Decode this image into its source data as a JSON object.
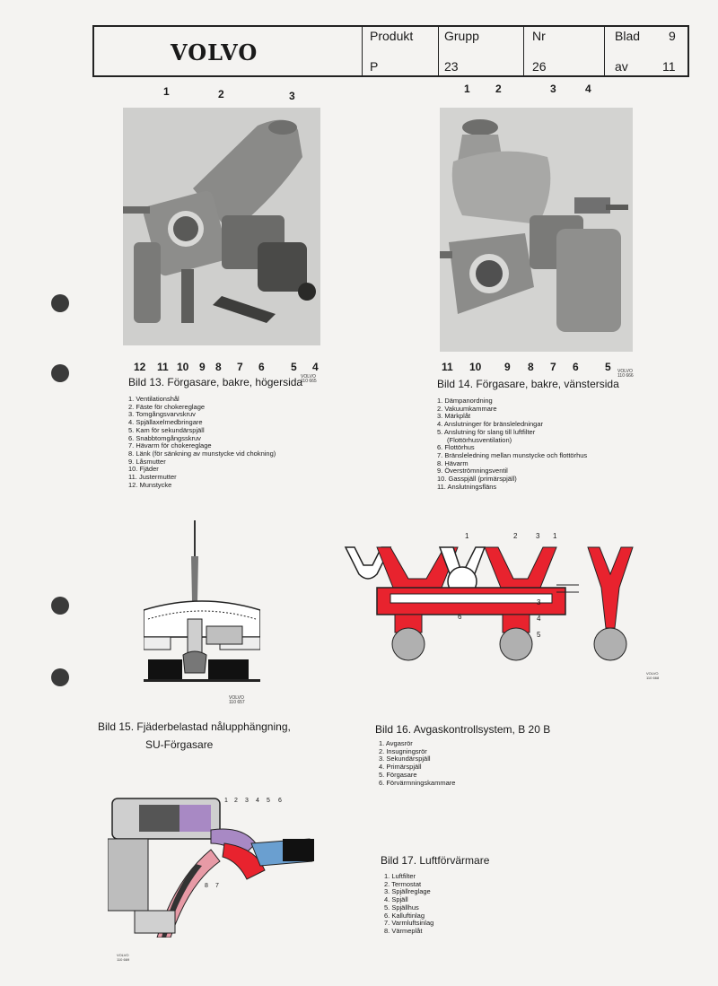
{
  "header": {
    "logo": "VOLVO",
    "produkt_label": "Produkt",
    "produkt_value": "P",
    "grupp_label": "Grupp",
    "grupp_value": "23",
    "nr_label": "Nr",
    "nr_value": "26",
    "blad_label": "Blad",
    "blad_value": "9",
    "av_label": "av",
    "av_value": "11"
  },
  "fig13": {
    "caption": "Bild 13. Förgasare, bakre, högersida",
    "stamp": [
      "VOLVO",
      "110 665"
    ],
    "top_callouts": [
      "1",
      "2",
      "3"
    ],
    "bottom_callouts": [
      "12",
      "11",
      "10",
      "9",
      "8",
      "7",
      "6",
      "5",
      "4"
    ],
    "legend": [
      "1. Ventilationshål",
      "2. Fäste för chokereglage",
      "3. Tomgångsvarvskruv",
      "4. Spjällaxelmedbringare",
      "5. Kam för sekundärspjäll",
      "6. Snabbtomgångsskruv",
      "7. Hävarm för chokereglage",
      "8. Länk (för sänkning av munstycke vid chokning)",
      "9. Låsmutter",
      "10. Fjäder",
      "11. Justermutter",
      "12. Munstycke"
    ]
  },
  "fig14": {
    "caption": "Bild 14. Förgasare, bakre, vänstersida",
    "stamp": [
      "VOLVO",
      "110 666"
    ],
    "top_callouts": [
      "1",
      "2",
      "3",
      "4"
    ],
    "bottom_callouts": [
      "11",
      "10",
      "9",
      "8",
      "7",
      "6",
      "5"
    ],
    "legend": [
      "1. Dämpanordning",
      "2. Vakuumkammare",
      "3. Märkplåt",
      "4. Anslutninger för bränsleledningar",
      "5. Anslutning för slang till luftfilter",
      "(Flottörhusventilation)",
      "6. Flottörhus",
      "7. Bränsleledning mellan munstycke och flottörhus",
      "8. Hävarm",
      "9. Överströmningsventil",
      "10. Gasspjäll (primärspjäll)",
      "11. Anslutningsfläns"
    ]
  },
  "fig15": {
    "stamp": [
      "VOLVO",
      "110 657"
    ],
    "caption_line1": "Bild 15. Fjäderbelastad nålupphängning,",
    "caption_line2": "SU-Förgasare"
  },
  "fig16": {
    "caption": "Bild 16. Avgaskontrollsystem, B 20 B",
    "callouts": [
      "1",
      "2",
      "3",
      "1",
      "3",
      "4",
      "5",
      "6"
    ],
    "stamp": [
      "VOLVO",
      "110 668"
    ],
    "legend": [
      "1. Avgasrör",
      "2. Insugningsrör",
      "3. Sekundärspjäll",
      "4. Primärspjäll",
      "5. Förgasare",
      "6. Förvärmningskammare"
    ]
  },
  "fig17": {
    "caption": "Bild 17. Luftförvärmare",
    "callouts": [
      "1",
      "2",
      "3",
      "4",
      "5",
      "6",
      "8",
      "7"
    ],
    "stamp": [
      "VOLVO",
      "110 669"
    ],
    "legend": [
      "1. Luftfilter",
      "2. Termostat",
      "3. Spjällreglage",
      "4. Spjäll",
      "5. Spjällhus",
      "6. Kalluftinlag",
      "7. Varmluftsinlag",
      "8. Värmeplåt"
    ]
  },
  "colors": {
    "red": "#e8232e",
    "blue": "#6a9fd0",
    "pink": "#e79aa6",
    "lilac": "#a889c4"
  }
}
